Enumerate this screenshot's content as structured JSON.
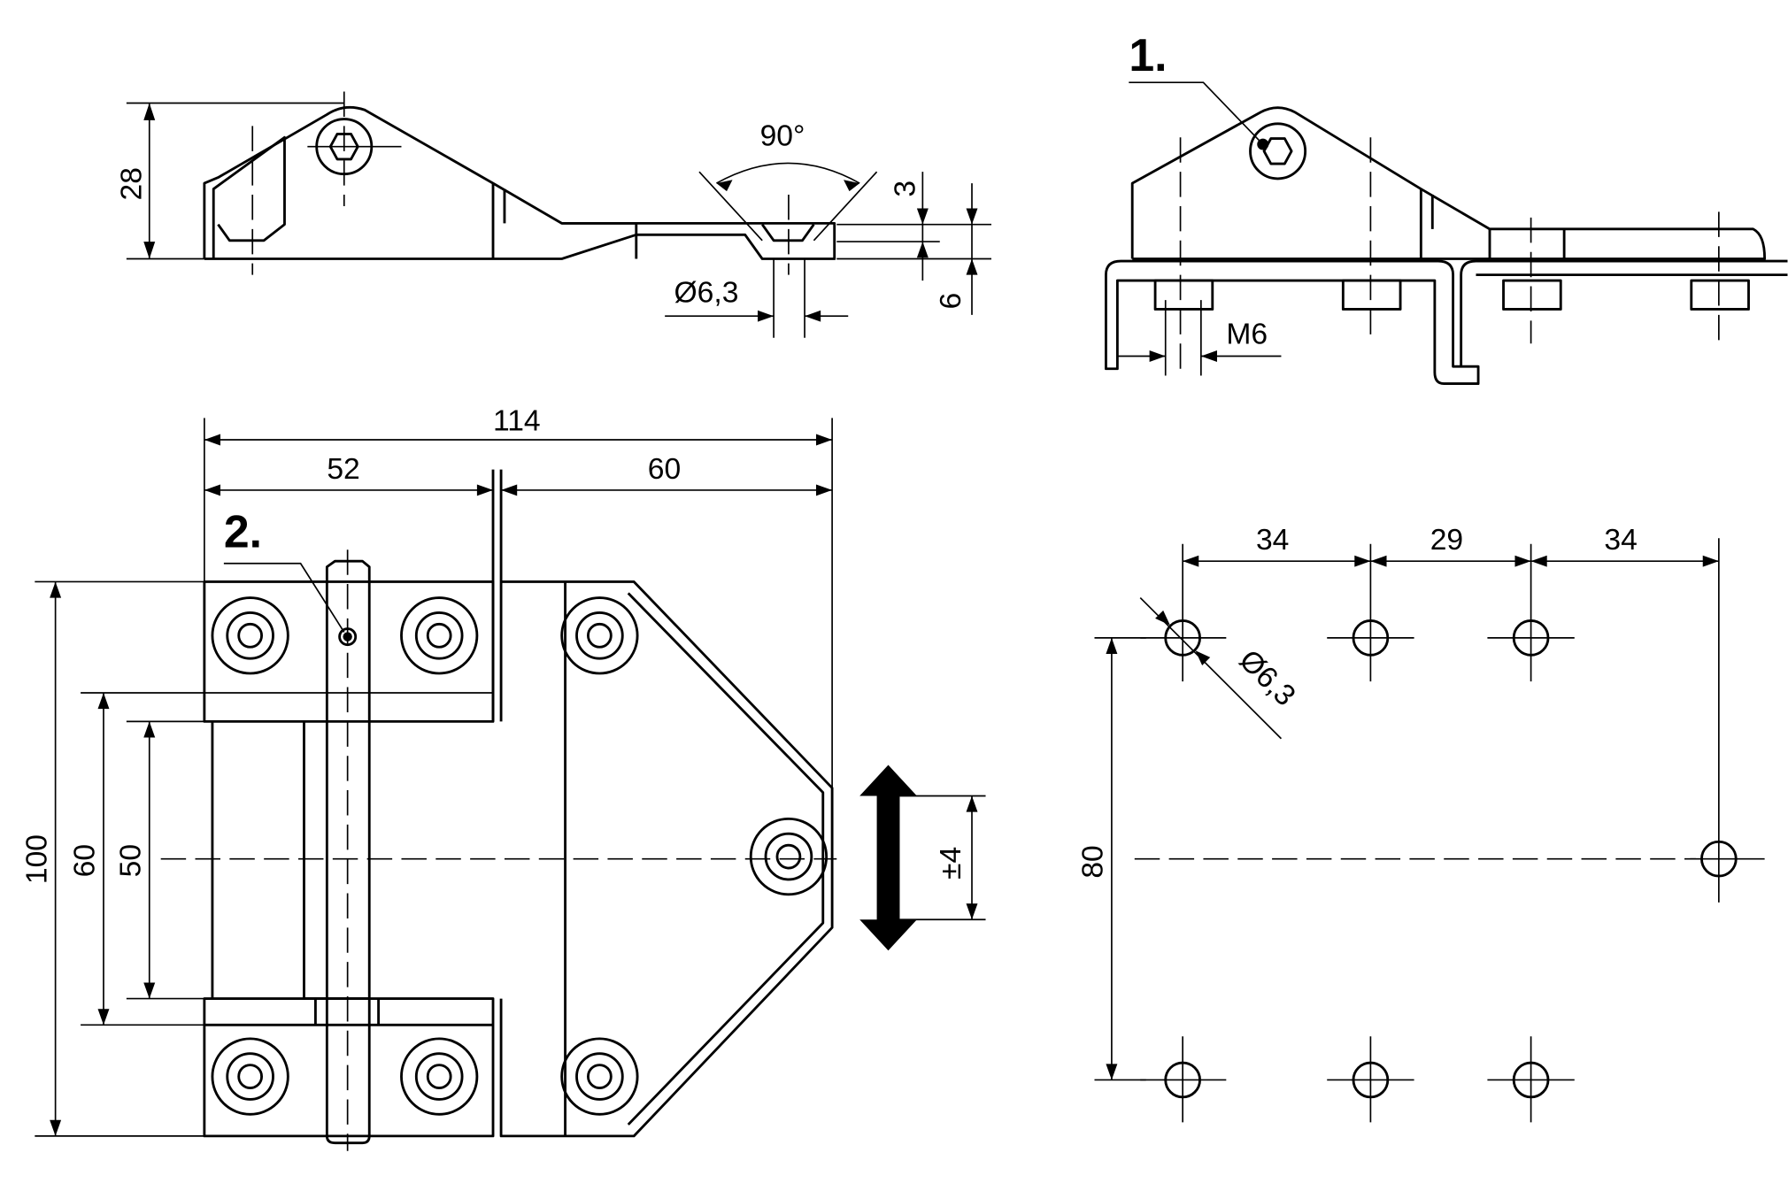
{
  "side_view": {
    "height_dim": "28",
    "angle_dim": "90°",
    "thickness_dim_top": "3",
    "thickness_dim_bottom": "6",
    "hole_dim": "Ø6,3"
  },
  "mounted_view": {
    "callout_1": "1.",
    "thread_dim": "M6"
  },
  "plan_view": {
    "overall_width": "114",
    "left_width": "52",
    "right_width": "60",
    "callout_2": "2.",
    "overall_height": "100",
    "inner_height_60": "60",
    "inner_height_50": "50",
    "adjust_range": "±4"
  },
  "hole_pattern": {
    "spacing_1": "34",
    "spacing_2": "29",
    "spacing_3": "34",
    "hole_dim": "Ø6,3",
    "vertical_spacing": "80"
  },
  "colors": {
    "line": "#000000",
    "background": "#ffffff"
  }
}
